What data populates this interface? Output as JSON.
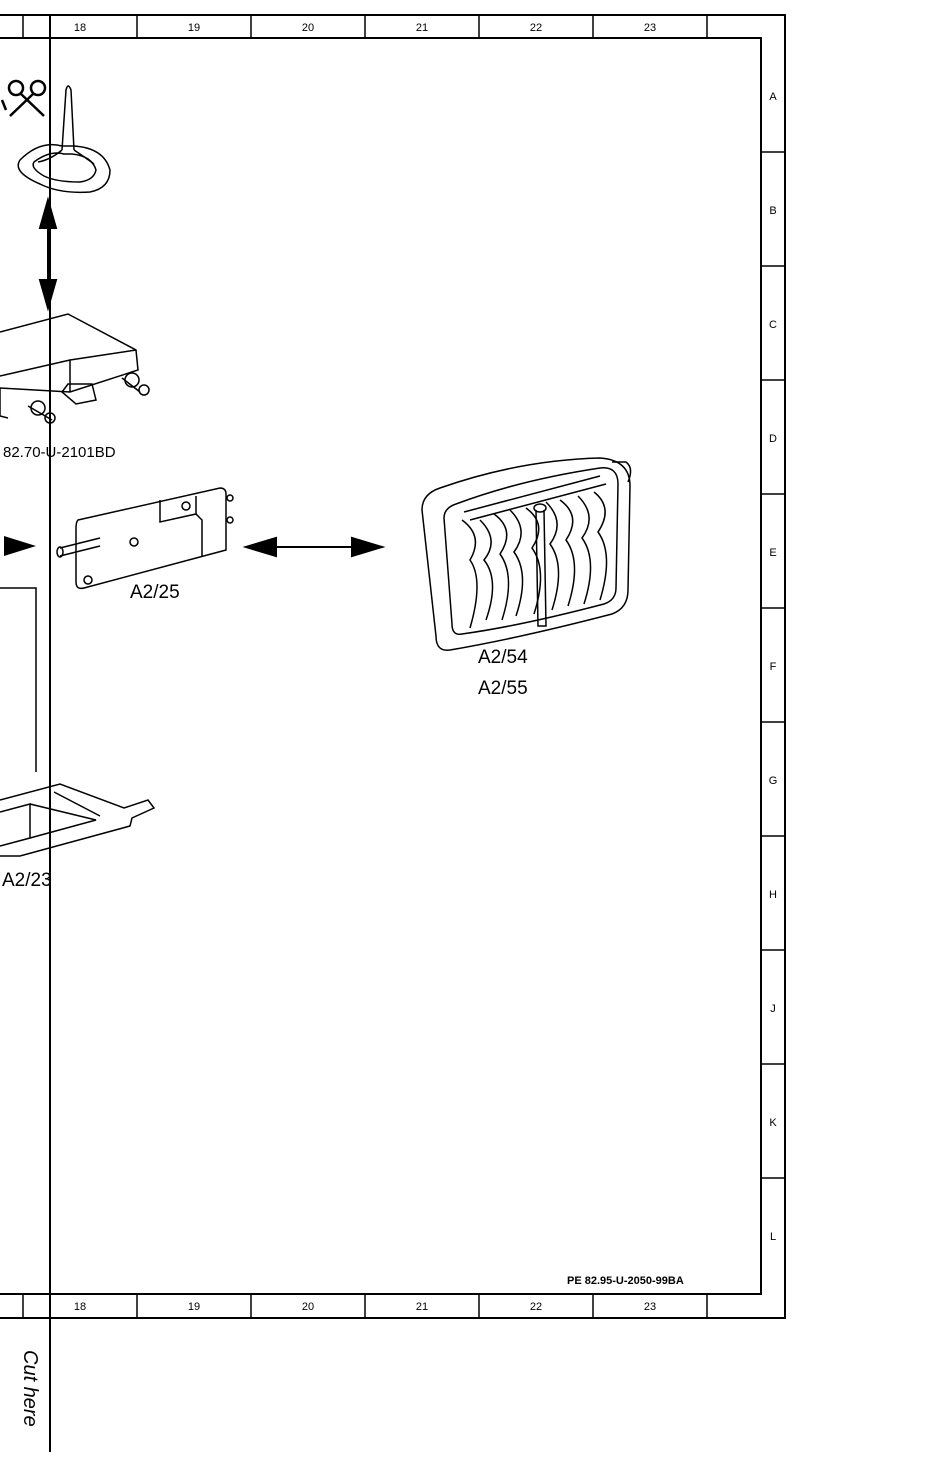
{
  "sheet": {
    "columns": [
      "18",
      "19",
      "20",
      "21",
      "22",
      "23"
    ],
    "rows": [
      "A",
      "B",
      "C",
      "D",
      "E",
      "F",
      "G",
      "H",
      "J",
      "K",
      "L"
    ],
    "reference": "PE 82.95-U-2050-99BA",
    "cut_text": "Cut here"
  },
  "labels": {
    "component_code": "82.70-U-2101BD",
    "a2_25": "A2/25",
    "a2_54": "A2/54",
    "a2_55": "A2/55",
    "a2_23": "A2/23"
  },
  "icons": [
    "scissors-icon"
  ]
}
